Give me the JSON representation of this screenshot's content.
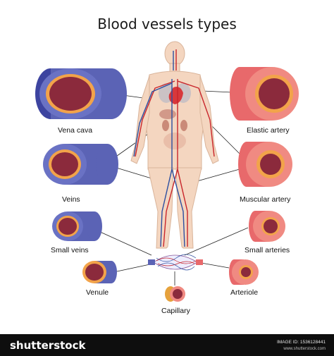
{
  "title": "Blood vessels types",
  "labels": {
    "vena_cava": "Vena cava",
    "veins": "Veins",
    "small_veins": "Small veins",
    "venule": "Venule",
    "capillary": "Capillary",
    "arteriole": "Arteriole",
    "small_arteries": "Small arteries",
    "muscular_artery": "Muscular artery",
    "elastic_artery": "Elastic artery"
  },
  "footer": {
    "brand": "shutterstock",
    "image_id": "IMAGE ID: 1536128441",
    "site": "www.shutterstock.com"
  },
  "colors": {
    "vein_wall": "#5b63b5",
    "artery_wall": "#e8696b",
    "lumen": "#8b2a3c",
    "inner_ring": "#f2a34a",
    "body_skin": "#f4d6c0",
    "artery_line": "#c8252b",
    "vein_line": "#2c4fa0"
  }
}
